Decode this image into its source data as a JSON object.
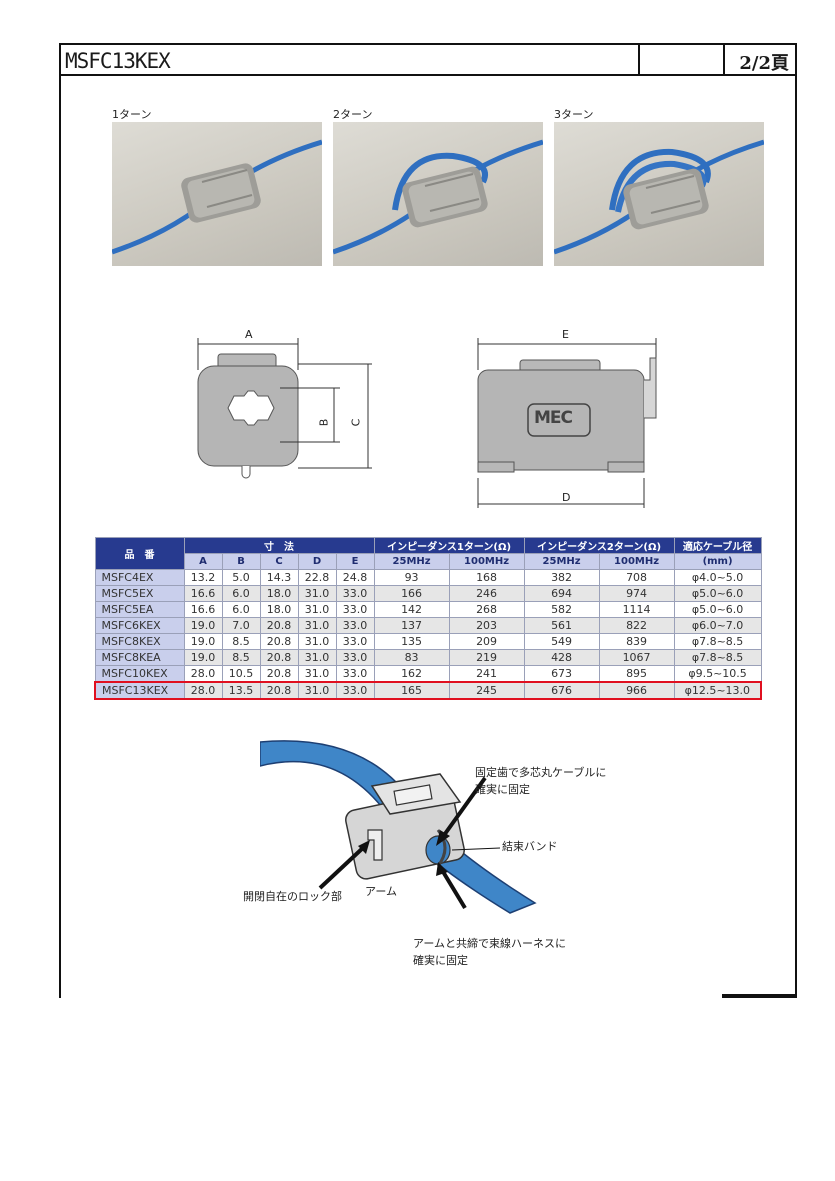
{
  "header": {
    "title": "MSFC13KEX",
    "page": "2/2頁"
  },
  "photos": [
    {
      "caption": "1ターン",
      "turns": 1
    },
    {
      "caption": "2ターン",
      "turns": 2
    },
    {
      "caption": "3ターン",
      "turns": 3
    }
  ],
  "drawing": {
    "labels": {
      "a": "A",
      "b": "B",
      "c": "C",
      "d": "D",
      "e": "E"
    },
    "logo": "MEC"
  },
  "table": {
    "header": {
      "model": "品　番",
      "dimensions": "寸　法",
      "imp1": "インピーダンス1ターン(Ω)",
      "imp2": "インピーダンス2ターン(Ω)",
      "cable": "適応ケーブル径",
      "cable_unit": "(mm)",
      "cols": [
        "A",
        "B",
        "C",
        "D",
        "E",
        "25MHz",
        "100MHz",
        "25MHz",
        "100MHz"
      ]
    },
    "rows": [
      {
        "cells": [
          "MSFC4EX",
          "13.2",
          "5.0",
          "14.3",
          "22.8",
          "24.8",
          "93",
          "168",
          "382",
          "708",
          "φ4.0~5.0"
        ]
      },
      {
        "cells": [
          "MSFC5EX",
          "16.6",
          "6.0",
          "18.0",
          "31.0",
          "33.0",
          "166",
          "246",
          "694",
          "974",
          "φ5.0~6.0"
        ]
      },
      {
        "cells": [
          "MSFC5EA",
          "16.6",
          "6.0",
          "18.0",
          "31.0",
          "33.0",
          "142",
          "268",
          "582",
          "1114",
          "φ5.0~6.0"
        ]
      },
      {
        "cells": [
          "MSFC6KEX",
          "19.0",
          "7.0",
          "20.8",
          "31.0",
          "33.0",
          "137",
          "203",
          "561",
          "822",
          "φ6.0~7.0"
        ]
      },
      {
        "cells": [
          "MSFC8KEX",
          "19.0",
          "8.5",
          "20.8",
          "31.0",
          "33.0",
          "135",
          "209",
          "549",
          "839",
          "φ7.8~8.5"
        ]
      },
      {
        "cells": [
          "MSFC8KEA",
          "19.0",
          "8.5",
          "20.8",
          "31.0",
          "33.0",
          "83",
          "219",
          "428",
          "1067",
          "φ7.8~8.5"
        ]
      },
      {
        "cells": [
          "MSFC10KEX",
          "28.0",
          "10.5",
          "20.8",
          "31.0",
          "33.0",
          "162",
          "241",
          "673",
          "895",
          "φ9.5~10.5"
        ]
      },
      {
        "cells": [
          "MSFC13KEX",
          "28.0",
          "13.5",
          "20.8",
          "31.0",
          "33.0",
          "165",
          "245",
          "676",
          "966",
          "φ12.5~13.0"
        ],
        "highlight": true
      }
    ]
  },
  "illustration": {
    "note1_line1": "固定歯で多芯丸ケーブルに",
    "note1_line2": "確実に固定",
    "note2": "結束バンド",
    "note3": "開閉自在のロック部",
    "note4": "アーム",
    "note5_line1": "アームと共締で束線ハーネスに",
    "note5_line2": "確実に固定"
  },
  "colors": {
    "table_header": "#273a8f",
    "table_subheader": "#c9cfec",
    "highlight": "#e01020",
    "cable": "#3f86c8"
  }
}
